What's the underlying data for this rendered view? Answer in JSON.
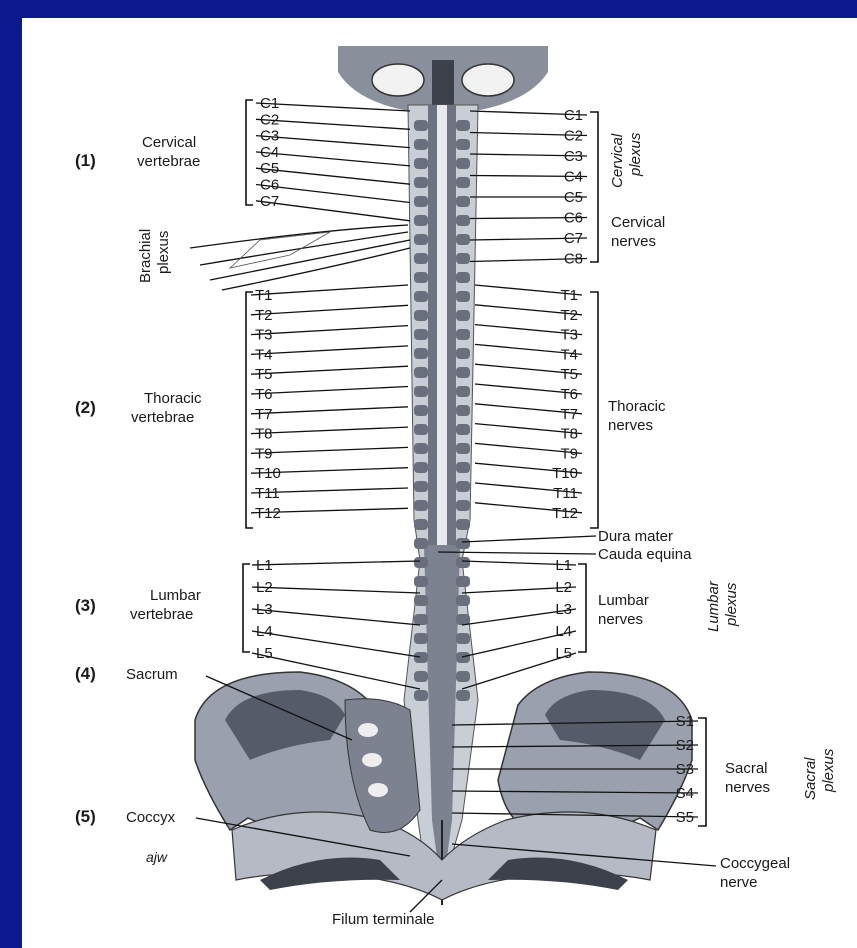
{
  "background_color": "#0a1a8c",
  "panel_color": "#ffffff",
  "numbers": [
    "(1)",
    "(2)",
    "(3)",
    "(4)",
    "(5)"
  ],
  "left_groups": {
    "cervical": [
      "Cervical",
      "vertebrae"
    ],
    "thoracic": [
      "Thoracic",
      "vertebrae"
    ],
    "lumbar": [
      "Lumbar",
      "vertebrae"
    ],
    "sacrum": "Sacrum",
    "coccyx": "Coccyx",
    "brachial": [
      "Brachial",
      "plexus"
    ]
  },
  "right_groups": {
    "cervical_plexus": [
      "Cervical",
      "plexus"
    ],
    "cervical_nerves": [
      "Cervical",
      "nerves"
    ],
    "thoracic_nerves": [
      "Thoracic",
      "nerves"
    ],
    "lumbar_nerves": [
      "Lumbar",
      "nerves"
    ],
    "lumbar_plexus": [
      "Lumbar",
      "plexus"
    ],
    "sacral_nerves": [
      "Sacral",
      "nerves"
    ],
    "sacral_plexus": [
      "Sacral",
      "plexus"
    ]
  },
  "callouts": {
    "dura_mater": "Dura mater",
    "cauda_equina": "Cauda equina",
    "coccygeal_nerve": [
      "Coccygeal",
      "nerve"
    ],
    "filum_terminale": "Filum terminale",
    "signature": "ajw"
  },
  "left_cervical": [
    "C1",
    "C2",
    "C3",
    "C4",
    "C5",
    "C6",
    "C7"
  ],
  "right_cervical": [
    "C1",
    "C2",
    "C3",
    "C4",
    "C5",
    "C6",
    "C7",
    "C8"
  ],
  "thoracic": [
    "T1",
    "T2",
    "T3",
    "T4",
    "T5",
    "T6",
    "T7",
    "T8",
    "T9",
    "T10",
    "T11",
    "T12"
  ],
  "lumbar": [
    "L1",
    "L2",
    "L3",
    "L4",
    "L5"
  ],
  "sacral": [
    "S1",
    "S2",
    "S3",
    "S4",
    "S5"
  ]
}
